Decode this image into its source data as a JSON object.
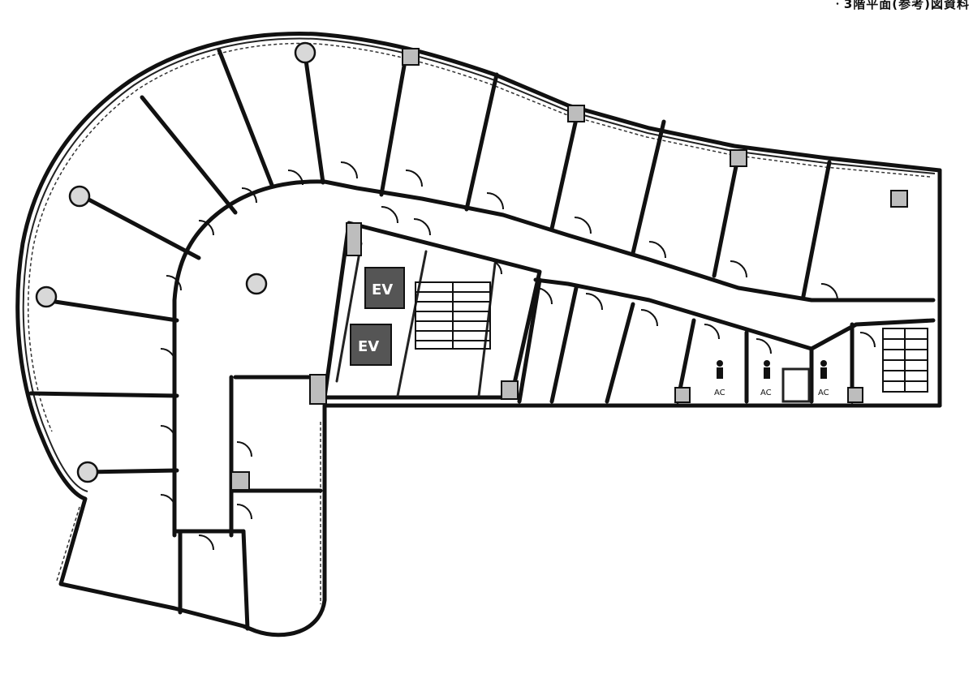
{
  "header": {
    "corner_note": "ㆍ3階平面(参考)図資料"
  },
  "labels": {
    "elevator_1": "EV",
    "elevator_2": "EV",
    "ac_1": "AC",
    "ac_2": "AC",
    "ac_3": "AC"
  },
  "icons": {
    "restroom_male": "person-icon",
    "restroom_female": "person-icon",
    "restroom_accessible": "person-icon"
  }
}
